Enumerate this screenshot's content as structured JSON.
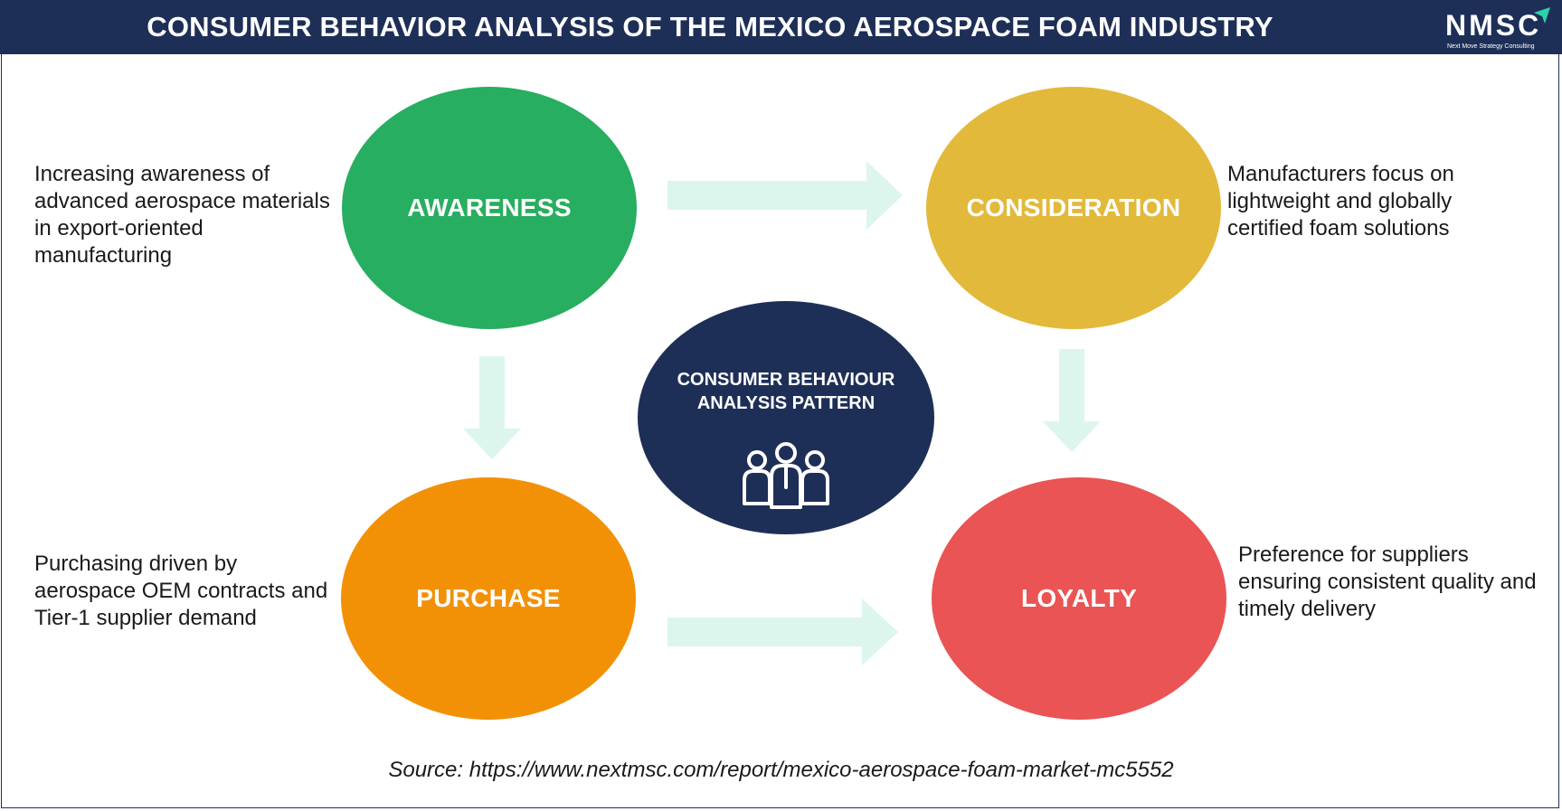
{
  "header": {
    "title": "CONSUMER BEHAVIOR ANALYSIS OF THE MEXICO AEROSPACE FOAM INDUSTRY",
    "logo_text": "NMSC",
    "logo_tagline": "Next Move Strategy Consulting"
  },
  "center": {
    "title": "CONSUMER BEHAVIOUR ANALYSIS PATTERN",
    "icon": "people-group-icon"
  },
  "stages": {
    "awareness": {
      "label": "AWARENESS",
      "description": "Increasing awareness of advanced aerospace materials in export-oriented manufacturing",
      "color": "#27ae60"
    },
    "consideration": {
      "label": "CONSIDERATION",
      "description": "Manufacturers focus on lightweight and globally certified foam solutions",
      "color": "#e2b93b"
    },
    "purchase": {
      "label": "PURCHASE",
      "description": "Purchasing driven by aerospace OEM contracts and Tier-1 supplier demand",
      "color": "#f29106"
    },
    "loyalty": {
      "label": "LOYALTY",
      "description": "Preference for suppliers ensuring consistent quality and timely delivery",
      "color": "#ea5454"
    }
  },
  "colors": {
    "header_bg": "#1e2f57",
    "arrow": "#dcf6ee",
    "center_bg": "#1e2f57"
  },
  "source": "Source: https://www.nextmsc.com/report/mexico-aerospace-foam-market-mc5552"
}
